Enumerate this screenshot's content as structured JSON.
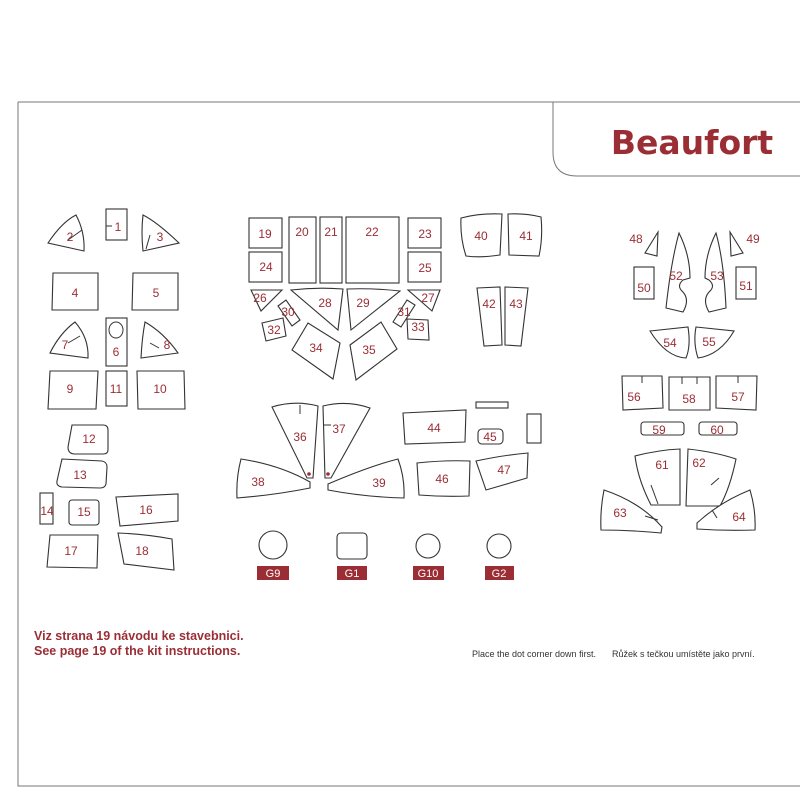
{
  "title": "Beaufort",
  "notes": {
    "cz_page": "Viz strana 19 návodu ke stavebnici.",
    "en_page": "See page 19 of the kit instructions.",
    "en_dot": "Place the dot corner down first.",
    "cz_dot": "Růžek s tečkou umístěte jako první."
  },
  "parts": {
    "p1": "1",
    "p2": "2",
    "p3": "3",
    "p4": "4",
    "p5": "5",
    "p6": "6",
    "p7": "7",
    "p8": "8",
    "p9": "9",
    "p10": "10",
    "p11": "11",
    "p12": "12",
    "p13": "13",
    "p14": "14",
    "p15": "15",
    "p16": "16",
    "p17": "17",
    "p18": "18",
    "p19": "19",
    "p20": "20",
    "p21": "21",
    "p22": "22",
    "p23": "23",
    "p24": "24",
    "p25": "25",
    "p26": "26",
    "p27": "27",
    "p28": "28",
    "p29": "29",
    "p30": "30",
    "p31": "31",
    "p32": "32",
    "p33": "33",
    "p34": "34",
    "p35": "35",
    "p36": "36",
    "p37": "37",
    "p38": "38",
    "p39": "39",
    "p40": "40",
    "p41": "41",
    "p42": "42",
    "p43": "43",
    "p44": "44",
    "p45": "45",
    "p46": "46",
    "p47": "47",
    "p48": "48",
    "p49": "49",
    "p50": "50",
    "p51": "51",
    "p52": "52",
    "p53": "53",
    "p54": "54",
    "p55": "55",
    "p56": "56",
    "p57": "57",
    "p58": "58",
    "p59": "59",
    "p60": "60",
    "p61": "61",
    "p62": "62",
    "p63": "63",
    "p64": "64"
  },
  "g_labels": {
    "g9": "G9",
    "g1": "G1",
    "g10": "G10",
    "g2": "G2"
  },
  "colors": {
    "accent": "#9b2e35",
    "outline": "#333333"
  }
}
